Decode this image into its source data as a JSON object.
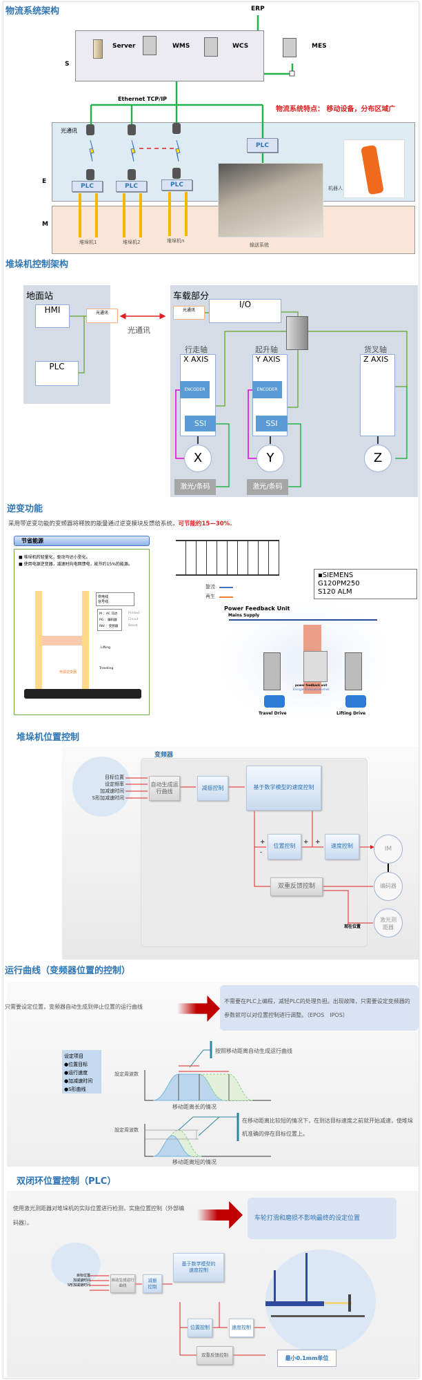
{
  "s1": {
    "title": "物流系统架构",
    "erp": "ERP",
    "server": "Server",
    "wms": "WMS",
    "wcs": "WCS",
    "mes": "MES",
    "s": "S",
    "e": "E",
    "m": "M",
    "ethernet": "Ethernet TCP/IP",
    "feature": "物流系统特点：  移动设备，分布区域广",
    "optical": "光通讯",
    "plc": "PLC",
    "stacker1": "堆垛机1",
    "stacker2": "堆垛机2",
    "stackern": "堆垛机n",
    "conveyor": "输送系统",
    "robot": "机器人"
  },
  "s2": {
    "title": "堆垛机控制架构",
    "ground": "地面站",
    "hmi": "HMI",
    "plc": "PLC",
    "optical_small": "光通讯",
    "optical": "光通讯",
    "onboard": "车载部分",
    "io": "I/O",
    "axes": [
      {
        "cn": "行走轴",
        "name": "X AXIS",
        "motor": "X"
      },
      {
        "cn": "起升轴",
        "name": "Y AXIS",
        "motor": "Y"
      },
      {
        "cn": "货叉轴",
        "name": "Z AXIS",
        "motor": "Z"
      }
    ],
    "encoder": "ENCODER",
    "ssi": "SSI",
    "laser": "激光/条码"
  },
  "s3": {
    "title": "逆变功能",
    "desc": "采用带逆变功能的变频器将释放的能量通过逆变模块反馈给系统，",
    "desc_red": "可节能约15—30%",
    "desc_end": "。",
    "panel_title": "节省能源",
    "bullets": [
      "堆垛机的轻量化，驱动马达小型化。",
      "使用电源逆变器，减速时向电网馈电，能节约15%的能源。"
    ],
    "legend": [
      "供电线",
      "信号线"
    ],
    "abbr": [
      "M ：AC 马达",
      "PG ：编码器",
      "INV ：变频器"
    ],
    "pcb": [
      "Printed",
      "Circuit",
      "Board"
    ],
    "lifting": "Lifting",
    "traveling": "Traveling",
    "inverter": "电源逆变器",
    "rectify": "整流",
    "regen": "再生",
    "siemens": [
      "▪SIEMENS",
      "G120PM250",
      "S120 ALM"
    ],
    "pfu": "Power Feedback Unit",
    "mains": "Mains Supply",
    "pfu_label": "power feedback unit",
    "pfu_de": "Energie-Rückspeiseeinheit",
    "travel": "Travel Drive",
    "lift": "Lifting Drive"
  },
  "s4": {
    "title": "堆垛机位置控制",
    "vfd": "变频器",
    "inputs": [
      "目标位置",
      "设定频率",
      "加减速时间",
      "S形加减速时间"
    ],
    "auto": "自动生成运行曲线",
    "damp": "减振控制",
    "model": "基于数学模型的速度控制",
    "pos": "位置控制",
    "speed": "速度控制",
    "im": "IM",
    "encoder": "编码器",
    "laser": "激光测距器",
    "dual": "双重反馈控制",
    "current": "现在位置",
    "plus": "+",
    "minus": "-"
  },
  "s5": {
    "title": "运行曲线（变频器位置的控制）",
    "left": "只需要设定位置，变频器自动生成到停止位置的运行曲线",
    "right": "不需要在PLC上编程，减轻PLC的处理负担。出现故障，只需要设定变频器的参数就可以对位置控制进行调整。（EPOS　IPOS）",
    "settings": [
      "设定项目",
      "●位置目标",
      "●运行速度",
      "●加减速时间",
      "●S形曲线"
    ],
    "freq": "設定周波数",
    "long": "移动距离长的情况",
    "short": "移动距离短的情况",
    "call1": "按照移动距离自动生成运行曲线",
    "call2": "在移动距离比较短的情况下，在到达目标速度之前就开始减速，使堆垛机准确的停在目标位置上。"
  },
  "s6": {
    "title": "双闭环位置控制（PLC）",
    "left": "使用激光测距器对堆垛机的实际位置进行检测，实施位置控制（外部编码器）。",
    "right": "车轮打滑和磨损不影响最终的设定位置",
    "inputs": [
      "目标位置",
      "加减速时间",
      "S形加减速时间"
    ],
    "auto": "自动生成运行曲线",
    "damp": "减振控制",
    "model": "基于数学模型的速度控制",
    "pos": "位置控制",
    "speed": "速度控制",
    "dual": "双重反馈控制",
    "unit": "最小0.1mm单位"
  },
  "colors": {
    "title": "#2e75b6",
    "green": "#3cb44b",
    "red": "#e02020"
  }
}
